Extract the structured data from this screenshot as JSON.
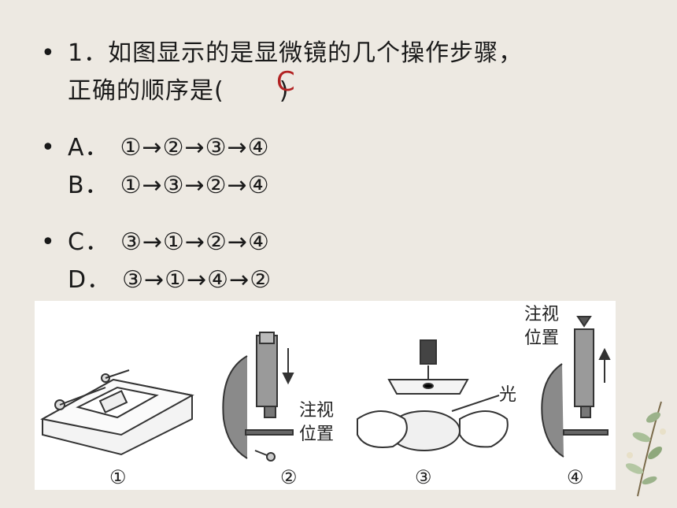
{
  "question": {
    "line1": "1．如图显示的是显微镜的几个操作步骤，",
    "line2_prefix": "正确的顺序是(",
    "answer": "C",
    "line2_suffix": ")"
  },
  "options": [
    {
      "label": "A．",
      "sequence": "①→②→③→④"
    },
    {
      "label": "B．",
      "sequence": "①→③→②→④"
    },
    {
      "label": "C．",
      "sequence": "③→①→②→④"
    },
    {
      "label": "D．",
      "sequence": "③→①→④→②"
    }
  ],
  "figure": {
    "step_labels": [
      "①",
      "②",
      "③",
      "④"
    ],
    "annotation_gaze_1": "注视",
    "annotation_gaze_2": "位置",
    "annotation_light": "光"
  },
  "colors": {
    "background": "#ede9e2",
    "answer": "#b22222",
    "text": "#1a1a1a"
  }
}
